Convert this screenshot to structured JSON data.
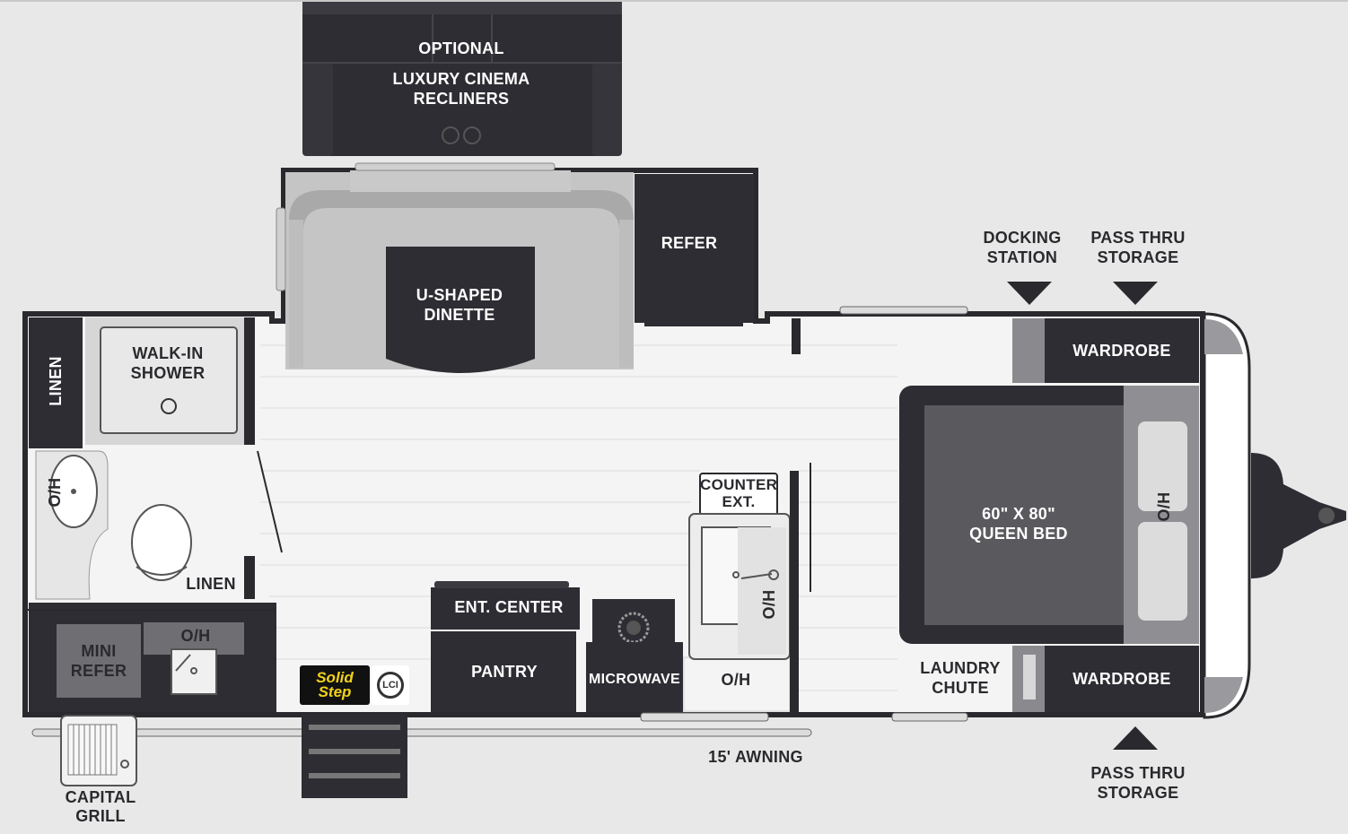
{
  "colors": {
    "background": "#e8e8e8",
    "dark_fixture": "#2e2d33",
    "floor": "#f4f4f4",
    "wall": "#2a2a2e",
    "medium_fixture": "#5c5c60",
    "light_fixture": "#cfcfcf"
  },
  "labels": {
    "optional": "OPTIONAL",
    "recliners": "LUXURY CINEMA\nRECLINERS",
    "dinette": "U-SHAPED\nDINETTE",
    "refer": "REFER",
    "docking_station": "DOCKING\nSTATION",
    "pass_thru_top": "PASS THRU\nSTORAGE",
    "wardrobe_top": "WARDROBE",
    "linen_vertical": "LINEN",
    "walk_in_shower": "WALK-IN\nSHOWER",
    "oh_vanity": "O/H",
    "linen_bath": "LINEN",
    "mini_refer": "MINI\nREFER",
    "oh_outdoor": "O/H",
    "counter_ext": "COUNTER\nEXT.",
    "oh_sink": "O/H",
    "ent_center": "ENT. CENTER",
    "pantry": "PANTRY",
    "microwave": "MICROWAVE",
    "oh_kitchen": "O/H",
    "queen_bed": "60\" X 80\"\nQUEEN BED",
    "oh_bed": "O/H",
    "laundry_chute": "LAUNDRY\nCHUTE",
    "wardrobe_bottom": "WARDROBE",
    "pass_thru_bottom": "PASS THRU\nSTORAGE",
    "awning": "15' AWNING",
    "capital_grill": "CAPITAL\nGRILL"
  },
  "logos": {
    "solid_step": "Solid\nStep",
    "lci": "LCI"
  }
}
